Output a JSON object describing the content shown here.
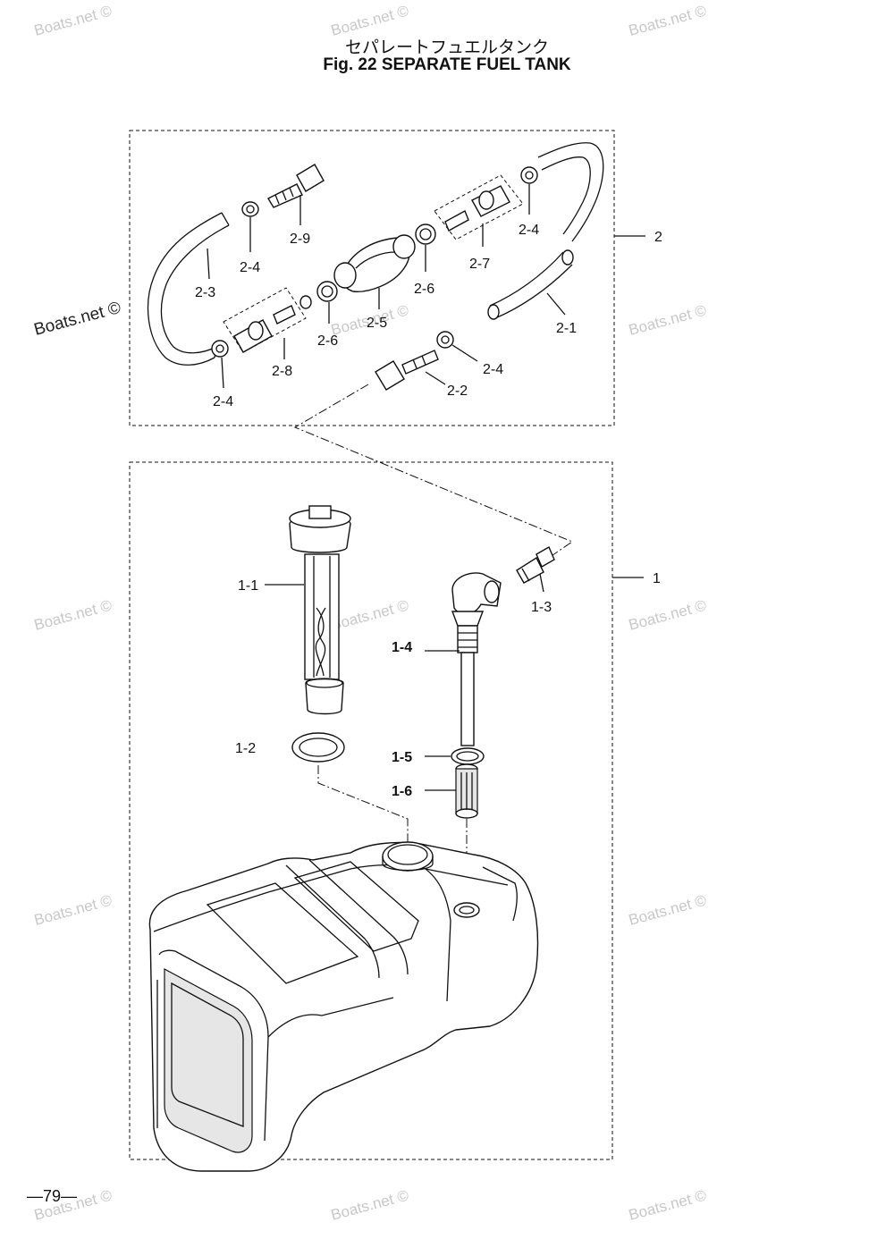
{
  "title_jp": "セパレートフュエルタンク",
  "title_en": "Fig. 22   SEPARATE FUEL TANK",
  "page_number": "—79—",
  "watermark": "Boats.net ©",
  "callouts": {
    "group_2": "2",
    "group_1": "1",
    "c2_1": "2-1",
    "c2_2": "2-2",
    "c2_3": "2-3",
    "c2_4a": "2-4",
    "c2_4b": "2-4",
    "c2_4c": "2-4",
    "c2_4d": "2-4",
    "c2_5": "2-5",
    "c2_6a": "2-6",
    "c2_6b": "2-6",
    "c2_7": "2-7",
    "c2_8": "2-8",
    "c2_9": "2-9",
    "c1_1": "1-1",
    "c1_2": "1-2",
    "c1_3": "1-3",
    "c1_4": "1-4",
    "c1_5": "1-5",
    "c1_6": "1-6"
  }
}
